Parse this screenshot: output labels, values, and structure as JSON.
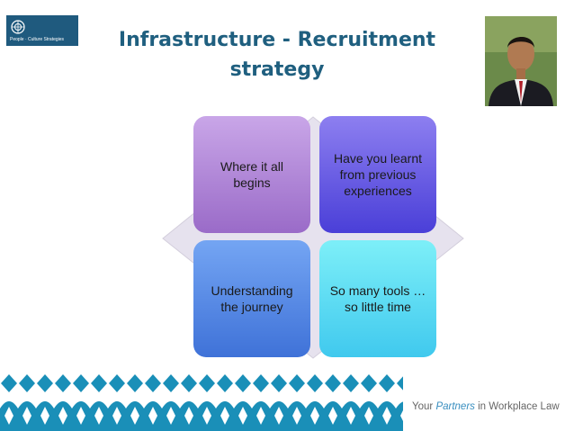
{
  "logo": {
    "text": "People · Culture Strategies"
  },
  "title": {
    "line1": "Infrastructure - Recruitment",
    "line2": "strategy"
  },
  "quadrants": [
    {
      "label": "Where it all begins"
    },
    {
      "label": "Have you learnt from previous experiences"
    },
    {
      "label": "Understanding the journey"
    },
    {
      "label": "So many tools … so little time"
    }
  ],
  "footer": {
    "tagline_pre": "Your ",
    "tagline_em": "Partners",
    "tagline_post": " in Workplace Law"
  },
  "colors": {
    "title": "#1f5f7f",
    "diamond": "#e6e2ee",
    "quad1": "#b48ad8",
    "quad2": "#6b5ee6",
    "quad3": "#5a8ae6",
    "quad4": "#5ad8f2",
    "band": "#1a8fb8"
  }
}
